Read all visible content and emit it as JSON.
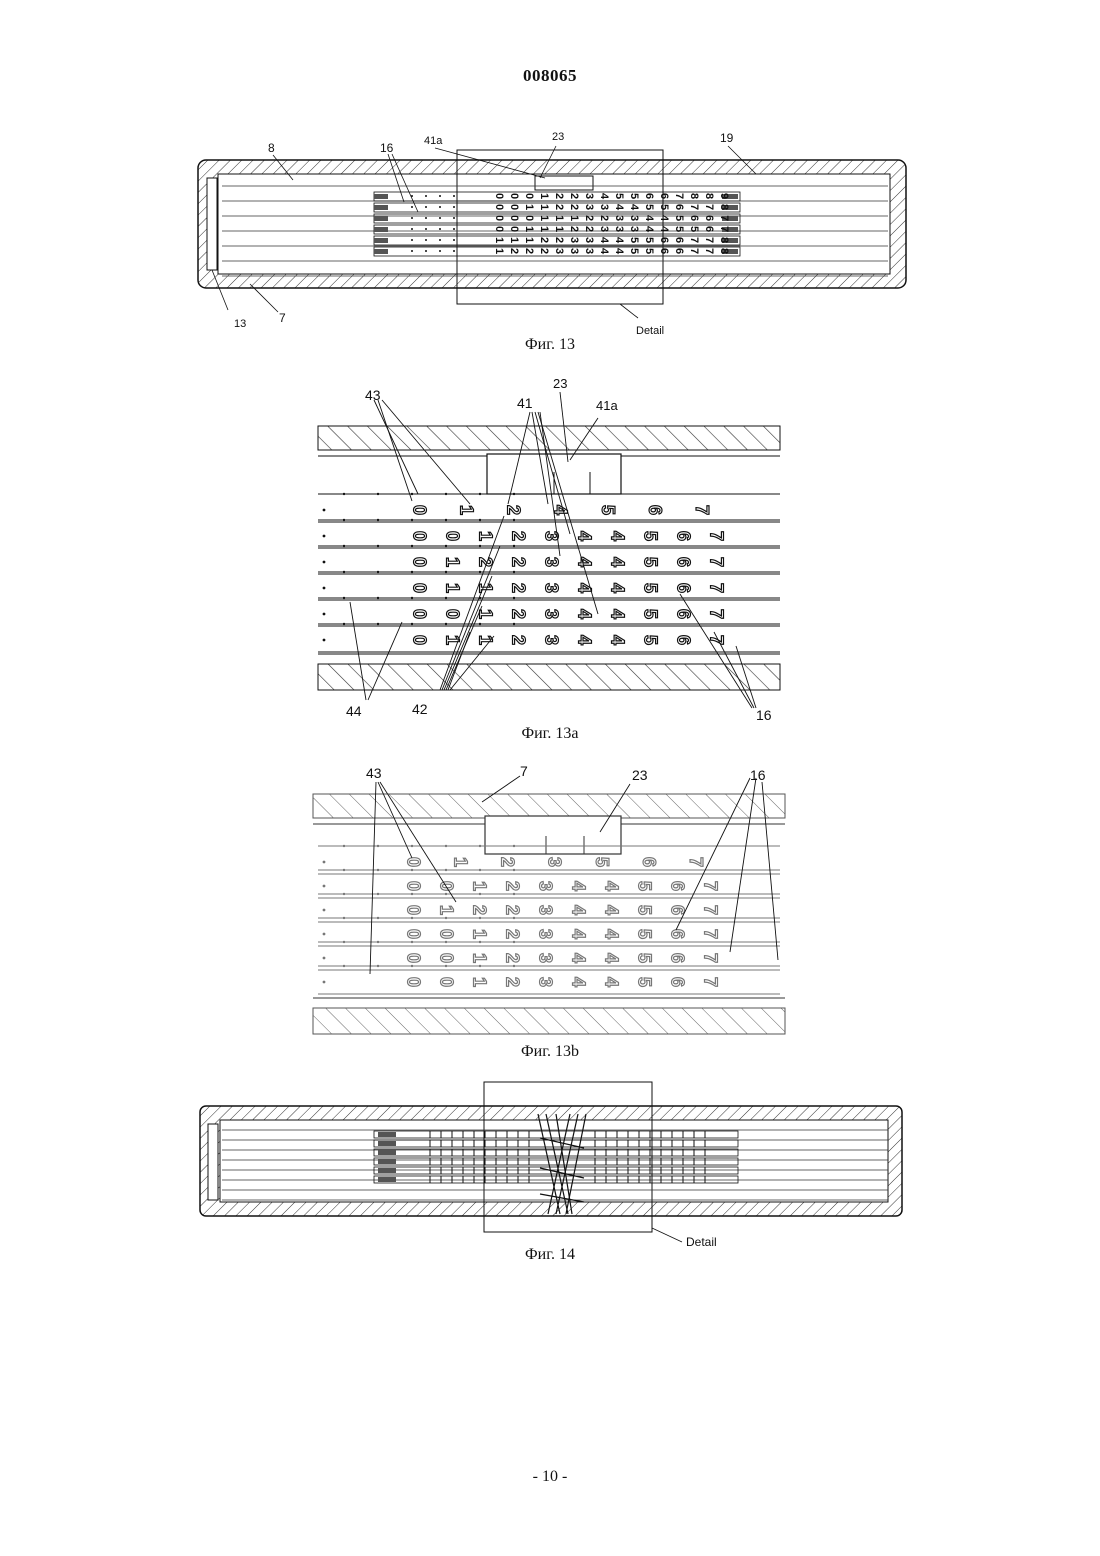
{
  "header": {
    "doc_number": "008065"
  },
  "footer": {
    "page": "- 10 -"
  },
  "fig13": {
    "caption": "Фиг. 13",
    "labels": {
      "l8": "8",
      "l16": "16",
      "l41a": "41a",
      "l23": "23",
      "l19": "19",
      "l13": "13",
      "l7": "7",
      "detail": "Detail"
    },
    "strips": [
      "0001223455667889",
      "0011223344556778",
      "0001112233445667",
      "0011122333445567",
      "1112233445566778",
      "1222333445566778"
    ]
  },
  "fig13a": {
    "caption": "Фиг. 13a",
    "labels": {
      "l23": "23",
      "l43": "43",
      "l41": "41",
      "l41a": "41a",
      "l44": "44",
      "l42": "42",
      "l16": "16"
    },
    "strips": [
      "0124567",
      "0012344567",
      "0122344567",
      "0112344567",
      "0012344567",
      "0112344567"
    ]
  },
  "fig13b": {
    "caption": "Фиг. 13b",
    "labels": {
      "l43": "43",
      "l7": "7",
      "l23": "23",
      "l16": "16"
    },
    "strips": [
      "0123567",
      "0012344567",
      "0122344567",
      "0012344567",
      "0012344567",
      "0012344567"
    ]
  },
  "fig14": {
    "caption": "Фиг. 14",
    "labels": {
      "detail": "Detail"
    }
  }
}
